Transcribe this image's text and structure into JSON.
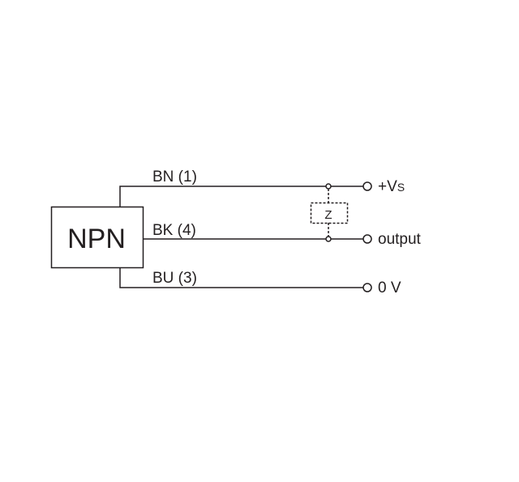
{
  "device": {
    "label": "NPN"
  },
  "wires": [
    {
      "label": "BN (1)",
      "terminal": "+V",
      "terminal_sub": "S"
    },
    {
      "label": "BK (4)",
      "terminal": "output"
    },
    {
      "label": "BU (3)",
      "terminal": "0 V"
    }
  ],
  "load": {
    "label": "Z"
  },
  "colors": {
    "line": "#231f20",
    "background": "#ffffff"
  }
}
